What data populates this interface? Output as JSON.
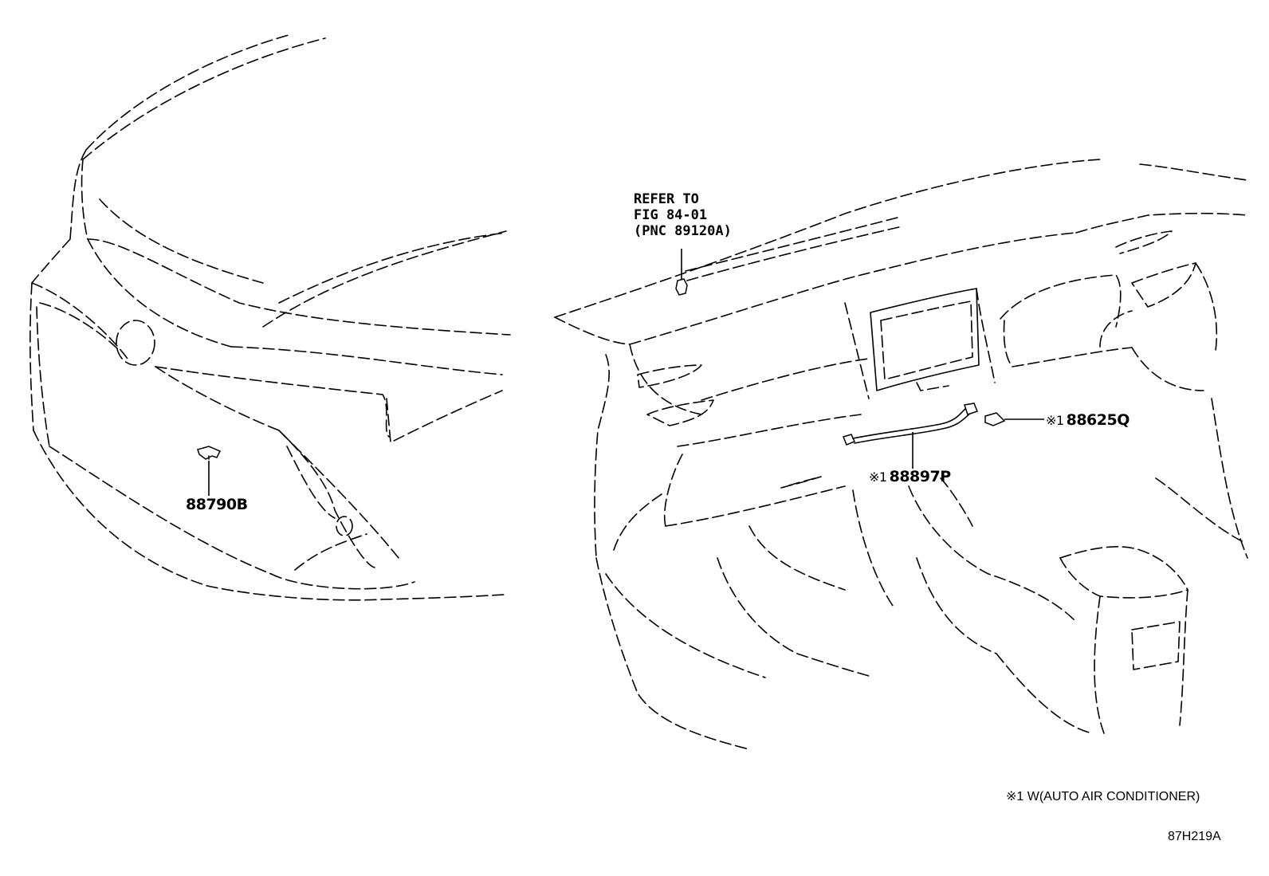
{
  "labels": {
    "p88790b": "88790B",
    "p88897p": "88897P",
    "p88625q": "88625Q",
    "mark": "※1",
    "refer_line1": "REFER TO",
    "refer_line2": "FIG 84-01",
    "refer_line3": "(PNC 89120A)"
  },
  "footnote": "※1 W(AUTO AIR CONDITIONER)",
  "diagram_code": "87H219A"
}
